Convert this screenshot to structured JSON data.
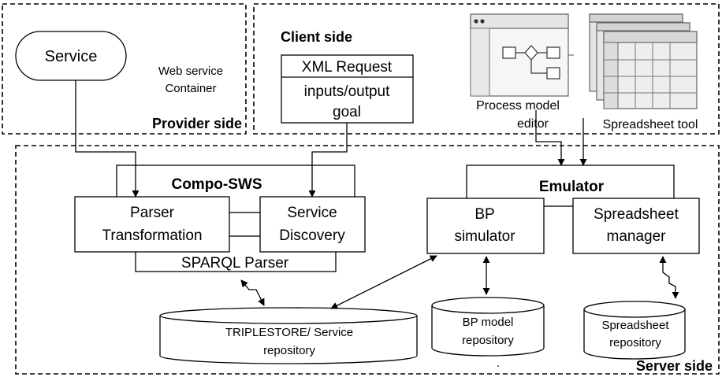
{
  "provider": {
    "service": "Service",
    "container_line1": "Web service",
    "container_line2": "Container",
    "label": "Provider side"
  },
  "client": {
    "label": "Client side",
    "xml_request": "XML Request",
    "inputs_line1": "inputs/output",
    "inputs_line2": "goal"
  },
  "tools": {
    "process_model_line1": "Process model",
    "process_model_line2": "editor",
    "spreadsheet_tool": "Spreadsheet tool"
  },
  "server": {
    "label": "Server side",
    "composws": "Compo-SWS",
    "parser_line1": "Parser",
    "parser_line2": "Transformation",
    "discovery_line1": "Service",
    "discovery_line2": "Discovery",
    "sparql": "SPARQL Parser",
    "emulator": "Emulator",
    "bp_line1": "BP",
    "bp_line2": "simulator",
    "ssm_line1": "Spreadsheet",
    "ssm_line2": "manager",
    "triplestore_line1": "TRIPLESTORE/ Service",
    "triplestore_line2": "repository",
    "bpmodel_line1": "BP model",
    "bpmodel_line2": "repository",
    "ssrepo_line1": "Spreadsheet",
    "ssrepo_line2": "repository",
    "dot": "."
  }
}
